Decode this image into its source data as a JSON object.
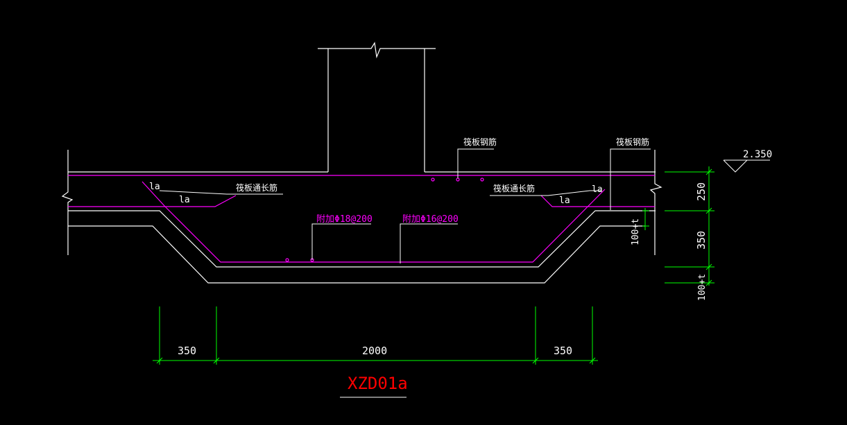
{
  "colors": {
    "background": "#000000",
    "outline": "#ffffff",
    "rebar": "#ff00ff",
    "dimension": "#00ff00",
    "title": "#ff0000"
  },
  "drawing": {
    "title": "XZD01a",
    "elevation": "2.350",
    "labels": {
      "raft_rebar_1": "筏板钢筋",
      "raft_rebar_2": "筏板钢筋",
      "long_rebar_left": "筏板通长筋",
      "long_rebar_right": "筏板通长筋",
      "extra_rebar_1": "附加Φ18@200",
      "extra_rebar_2": "附加Φ16@200",
      "la_1": "la",
      "la_2": "la",
      "la_3": "la",
      "la_4": "la"
    },
    "dimensions": {
      "bottom_left": "350",
      "bottom_mid": "2000",
      "bottom_right": "350",
      "right_top": "250",
      "right_mid": "350",
      "right_bottom": "100+t",
      "inner_right": "100+t"
    }
  }
}
